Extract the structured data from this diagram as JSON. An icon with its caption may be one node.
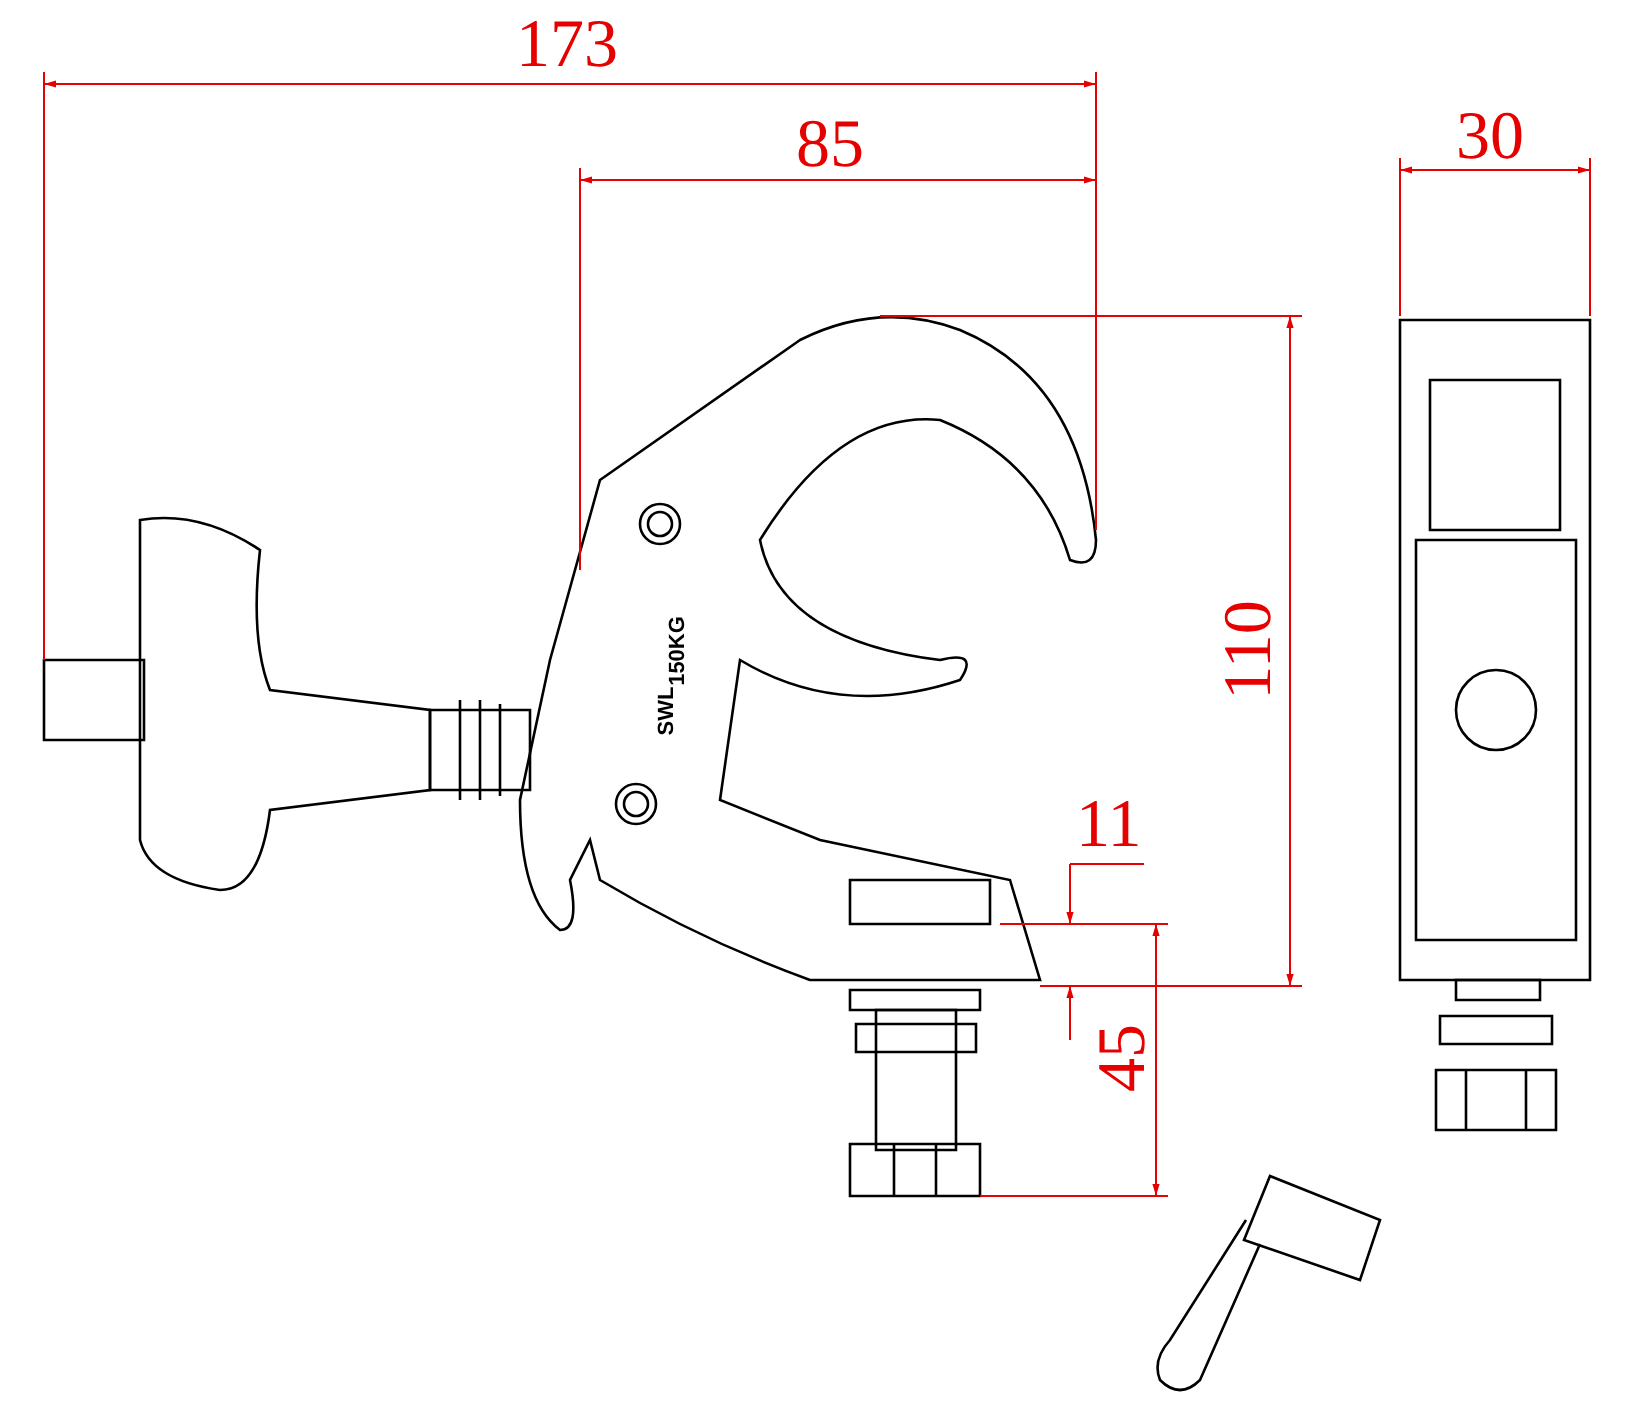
{
  "diagram": {
    "labels": [
      "173",
      "85",
      "30",
      "110",
      "11",
      "45",
      "SWL",
      "150KG"
    ]
  }
}
